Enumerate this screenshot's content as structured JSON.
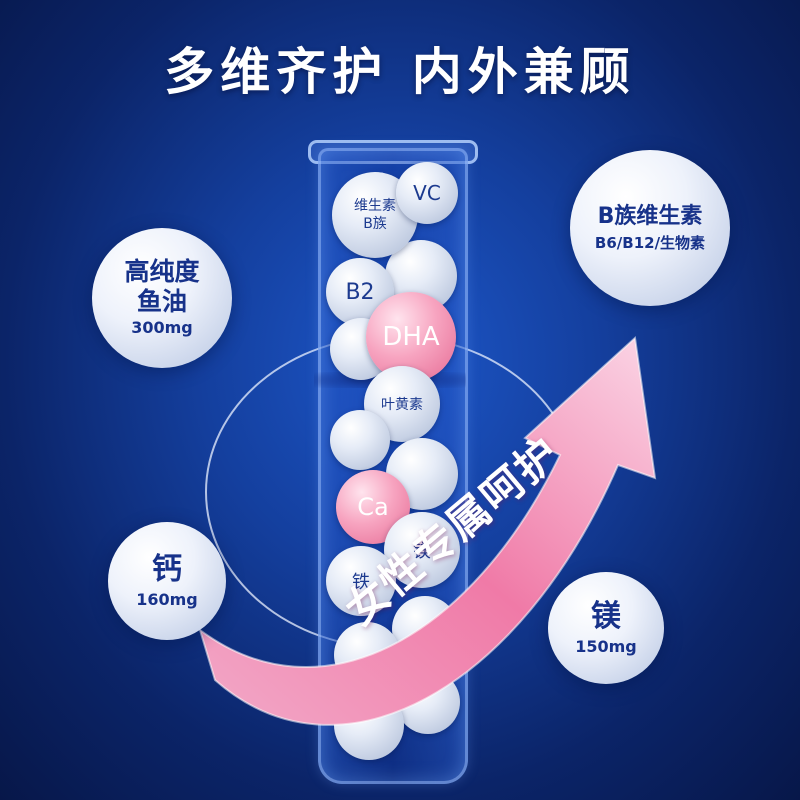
{
  "title": "多维齐护  内外兼顾",
  "tube_balls": {
    "vitb": [
      "维生素",
      "B族"
    ],
    "vc": "VC",
    "b2": "B2",
    "dha": "DHA",
    "lutein": "叶黄素",
    "ca": "Ca",
    "mg": "镁",
    "fe": "铁"
  },
  "bubbles": {
    "fish_oil": {
      "lines": [
        "高纯度",
        "鱼油"
      ],
      "amount": "300mg"
    },
    "vitamin_b": {
      "title": "B族维生素",
      "sub": "B6/B12/生物素"
    },
    "calcium": {
      "name": "钙",
      "amount": "160mg"
    },
    "magnesium": {
      "name": "镁",
      "amount": "150mg"
    }
  },
  "banner": "女性专属呵护",
  "colors": {
    "background": "#0b2468",
    "accent_pink": "#f07aa7",
    "text_blue": "#17328a"
  }
}
